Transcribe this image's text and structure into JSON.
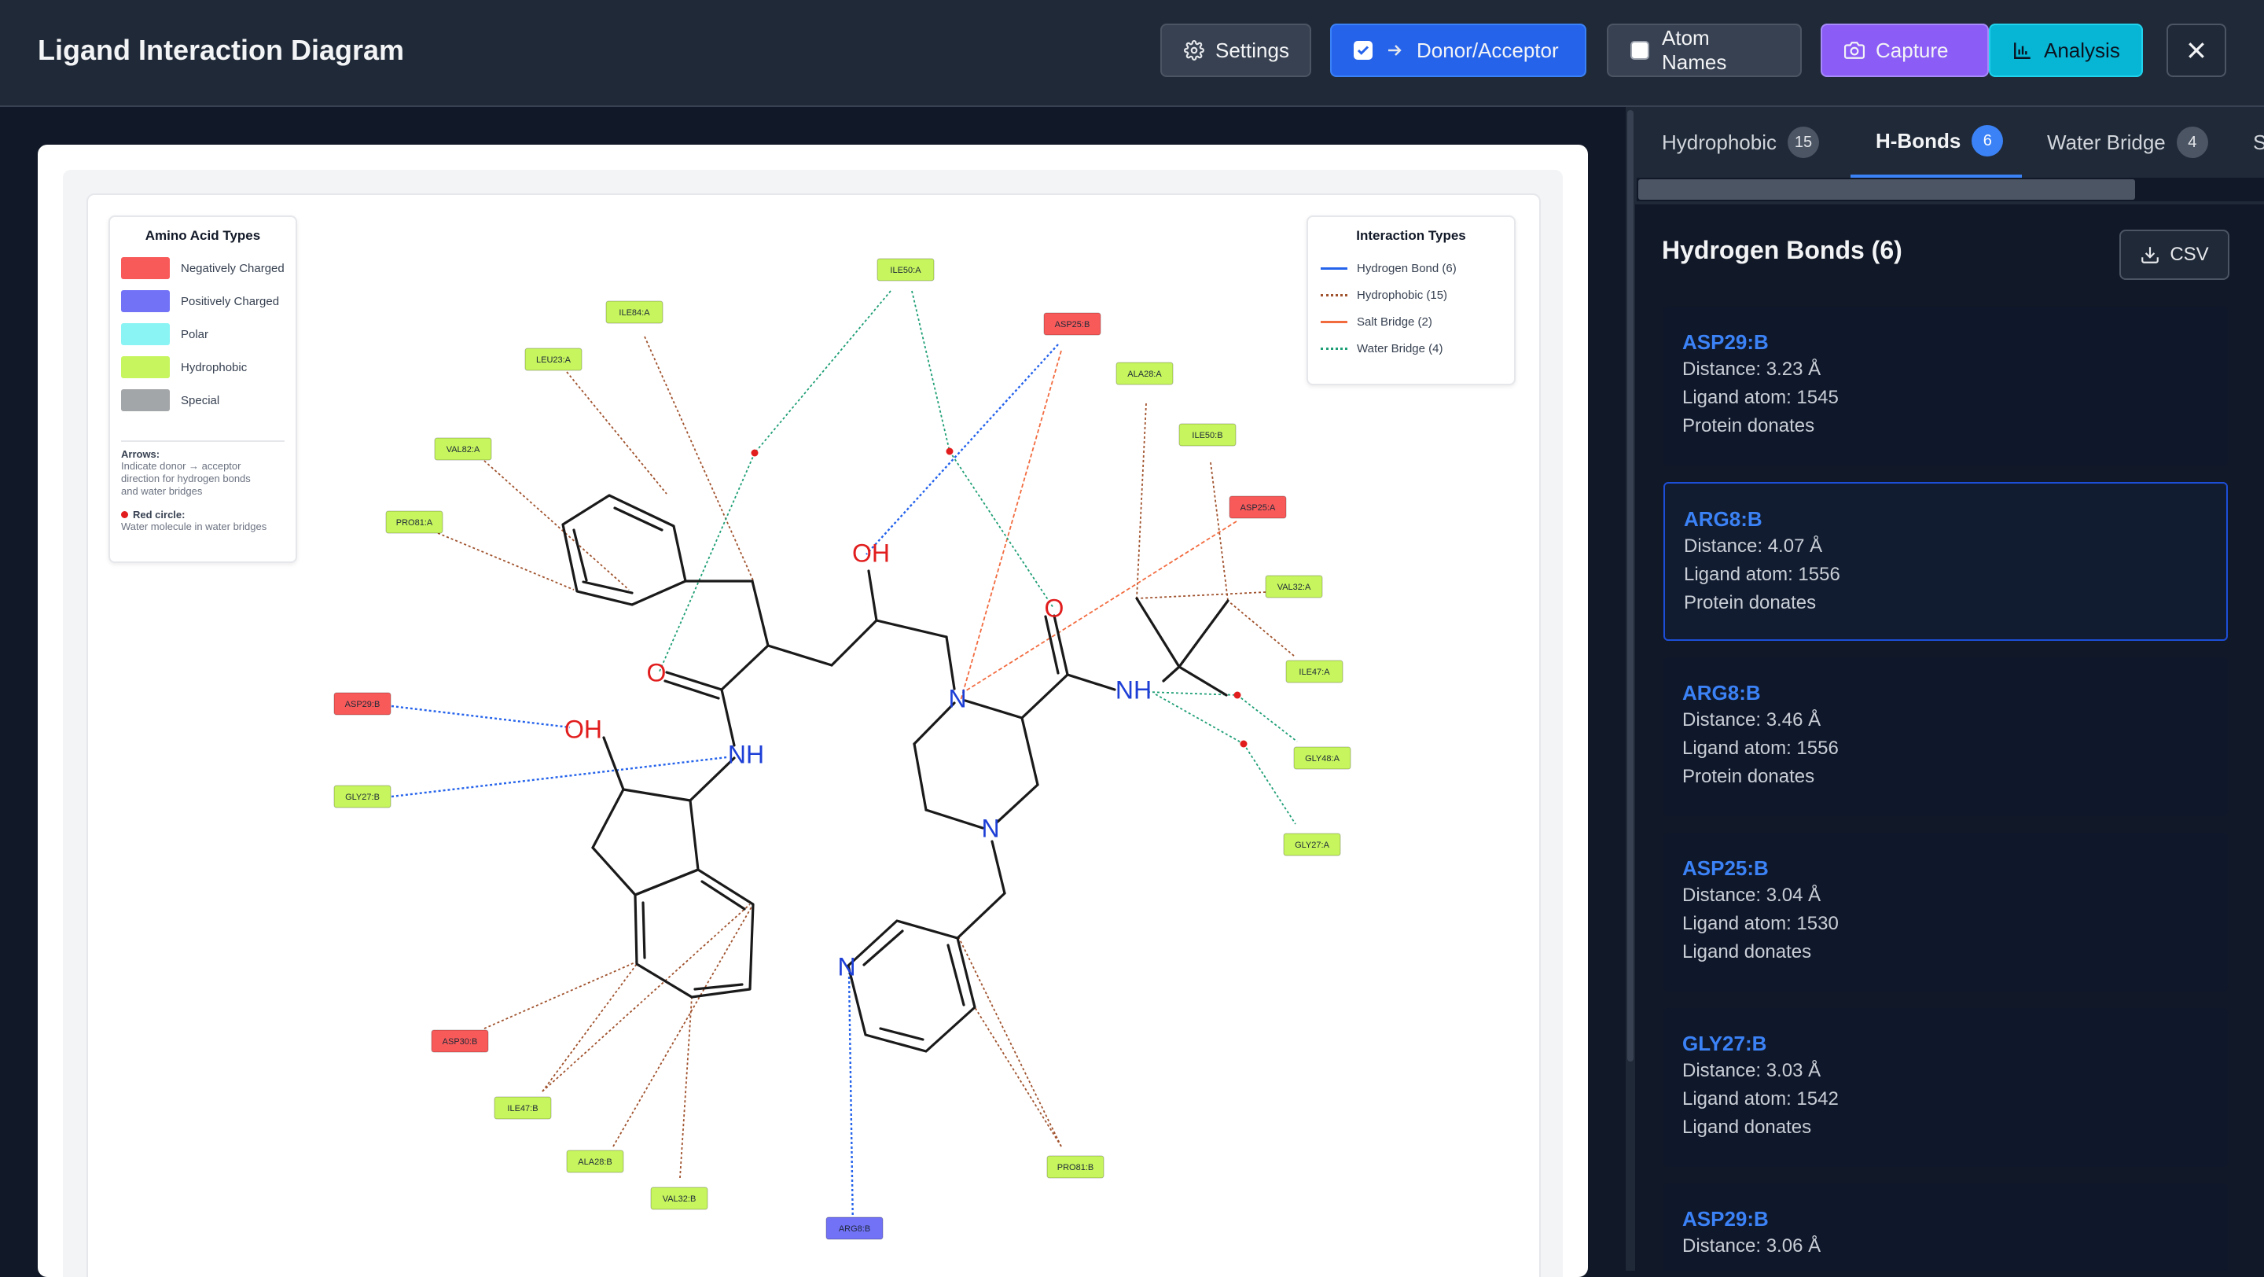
{
  "header": {
    "title": "Ligand Interaction Diagram",
    "settings_label": "Settings",
    "donor_label": "Donor/Acceptor",
    "donor_checked": true,
    "atom_label": "Atom Names",
    "atom_checked": false,
    "capture_label": "Capture",
    "analysis_label": "Analysis"
  },
  "tabs": [
    {
      "label": "Hydrophobic",
      "count": "15",
      "active": false
    },
    {
      "label": "H-Bonds",
      "count": "6",
      "active": true
    },
    {
      "label": "Water Bridge",
      "count": "4",
      "active": false
    },
    {
      "label": "S",
      "count": "",
      "active": false
    }
  ],
  "panel": {
    "title": "Hydrogen Bonds (6)",
    "csv_label": "CSV"
  },
  "bonds": [
    {
      "residue": "ASP29:B",
      "distance": "Distance: 3.23 Å",
      "atom": "Ligand atom: 1545",
      "donor": "Protein donates"
    },
    {
      "residue": "ARG8:B",
      "distance": "Distance: 4.07 Å",
      "atom": "Ligand atom: 1556",
      "donor": "Protein donates"
    },
    {
      "residue": "ARG8:B",
      "distance": "Distance: 3.46 Å",
      "atom": "Ligand atom: 1556",
      "donor": "Protein donates"
    },
    {
      "residue": "ASP25:B",
      "distance": "Distance: 3.04 Å",
      "atom": "Ligand atom: 1530",
      "donor": "Ligand donates"
    },
    {
      "residue": "GLY27:B",
      "distance": "Distance: 3.03 Å",
      "atom": "Ligand atom: 1542",
      "donor": "Ligand donates"
    },
    {
      "residue": "ASP29:B",
      "distance": "Distance: 3.06 Å",
      "atom": "",
      "donor": ""
    }
  ],
  "diagram": {
    "legend_aa": {
      "title": "Amino Acid Types",
      "items": [
        {
          "label": "Negatively Charged",
          "color": "#f85a5a"
        },
        {
          "label": "Positively Charged",
          "color": "#7272f7"
        },
        {
          "label": "Polar",
          "color": "#8af4f4"
        },
        {
          "label": "Hydrophobic",
          "color": "#c6f55e"
        },
        {
          "label": "Special",
          "color": "#a3a6a8"
        }
      ],
      "arrows_title": "Arrows:",
      "arrows_text": [
        "Indicate donor → acceptor",
        "direction for hydrogen bonds",
        "and water bridges"
      ],
      "red_title": "Red circle:",
      "red_text": "Water molecule in water bridges"
    },
    "legend_int": {
      "title": "Interaction Types",
      "items": [
        {
          "label": "Hydrogen Bond (6)",
          "color": "#2563eb",
          "style": "solid"
        },
        {
          "label": "Hydrophobic (15)",
          "color": "#a0522d",
          "style": "dotted"
        },
        {
          "label": "Salt Bridge (2)",
          "color": "#f26b3f",
          "style": "solid"
        },
        {
          "label": "Water Bridge (4)",
          "color": "#1e9e76",
          "style": "dotted"
        }
      ]
    },
    "residues": [
      {
        "label": "ILE50:A",
        "type": "Hydrophobic"
      },
      {
        "label": "ILE84:A",
        "type": "Hydrophobic"
      },
      {
        "label": "ASP25:B",
        "type": "Negatively Charged"
      },
      {
        "label": "LEU23:A",
        "type": "Hydrophobic"
      },
      {
        "label": "ALA28:A",
        "type": "Hydrophobic"
      },
      {
        "label": "ILE50:B",
        "type": "Hydrophobic"
      },
      {
        "label": "VAL82:A",
        "type": "Hydrophobic"
      },
      {
        "label": "ASP25:A",
        "type": "Negatively Charged"
      },
      {
        "label": "PRO81:A",
        "type": "Hydrophobic"
      },
      {
        "label": "VAL32:A",
        "type": "Hydrophobic"
      },
      {
        "label": "ILE47:A",
        "type": "Hydrophobic"
      },
      {
        "label": "ASP29:B",
        "type": "Negatively Charged"
      },
      {
        "label": "GLY48:A",
        "type": "Hydrophobic"
      },
      {
        "label": "GLY27:B",
        "type": "Hydrophobic"
      },
      {
        "label": "GLY27:A",
        "type": "Hydrophobic"
      },
      {
        "label": "ASP30:B",
        "type": "Negatively Charged"
      },
      {
        "label": "ILE47:B",
        "type": "Hydrophobic"
      },
      {
        "label": "ALA28:B",
        "type": "Hydrophobic"
      },
      {
        "label": "PRO81:B",
        "type": "Hydrophobic"
      },
      {
        "label": "VAL32:B",
        "type": "Hydrophobic"
      },
      {
        "label": "ARG8:B",
        "type": "Positively Charged"
      }
    ],
    "atoms": [
      {
        "label": "OH",
        "color": "#e11d1d"
      },
      {
        "label": "O",
        "color": "#e11d1d"
      },
      {
        "label": "O",
        "color": "#e11d1d"
      },
      {
        "label": "OH",
        "color": "#e11d1d"
      },
      {
        "label": "NH",
        "color": "#1d3fd6"
      },
      {
        "label": "N",
        "color": "#1d3fd6"
      },
      {
        "label": "NH",
        "color": "#1d3fd6"
      },
      {
        "label": "N",
        "color": "#1d3fd6"
      },
      {
        "label": "N",
        "color": "#1d3fd6"
      }
    ]
  }
}
